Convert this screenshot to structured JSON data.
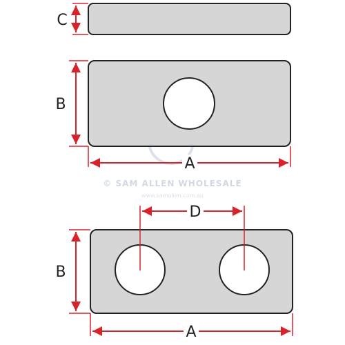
{
  "labels": {
    "thickness": "C",
    "height_top": "B",
    "width_top": "A",
    "hole_spacing": "D",
    "height_bottom": "B",
    "width_bottom": "A"
  },
  "watermark": {
    "text": "© SAM ALLEN WHOLESALE",
    "subtext": "www.samallen.com.au"
  },
  "colors": {
    "plate_fill": "#d6d6d6",
    "plate_stroke": "#222222",
    "hole_fill": "#ffffff",
    "dimension_line": "#d8232a",
    "label_text": "#222222"
  }
}
